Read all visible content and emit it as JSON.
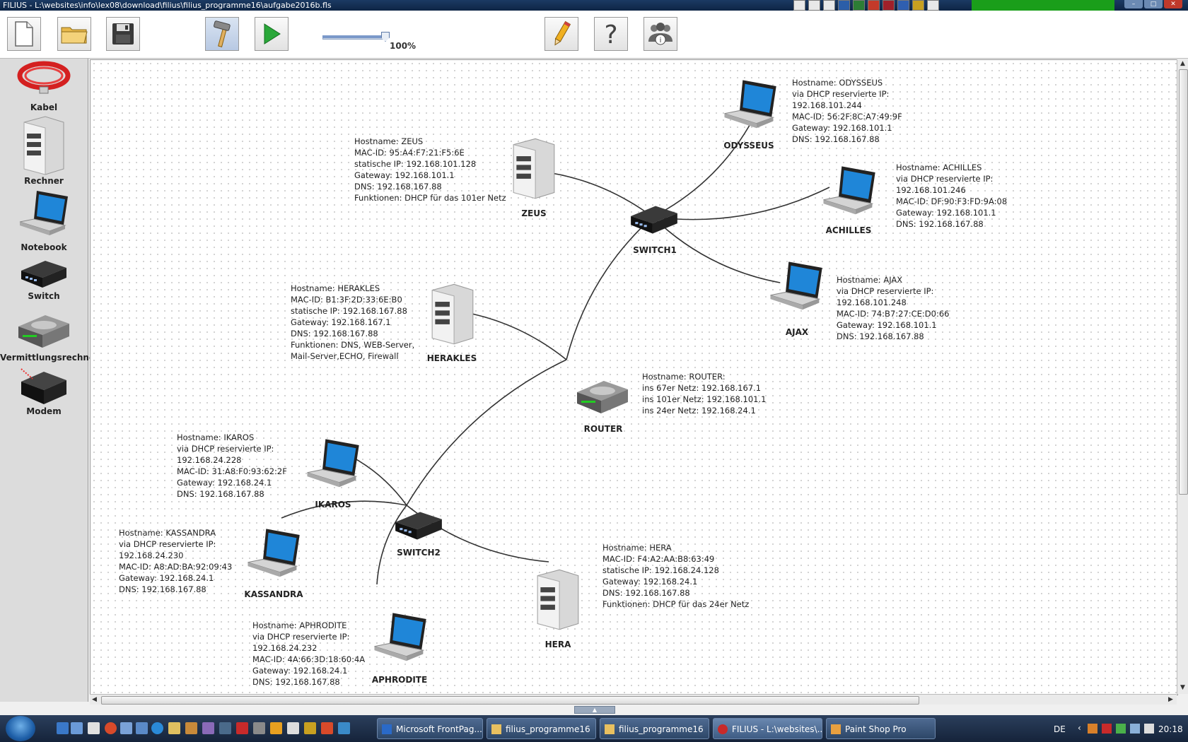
{
  "window": {
    "title": "FILIUS - L:\\websites\\info\\lex08\\download\\filius\\filius_programme16\\aufgabe2016b.fls"
  },
  "toolbar": {
    "zoom": "100%",
    "zoom_fraction": 1.0
  },
  "palette": [
    {
      "id": "kabel",
      "label": "Kabel"
    },
    {
      "id": "rechner",
      "label": "Rechner"
    },
    {
      "id": "notebook",
      "label": "Notebook"
    },
    {
      "id": "switch",
      "label": "Switch"
    },
    {
      "id": "vermittlungsrechner",
      "label": "Vermittlungsrechner"
    },
    {
      "id": "modem",
      "label": "Modem"
    }
  ],
  "nodes": {
    "odysseus": {
      "label": "ODYSSEUS",
      "type": "notebook",
      "info": [
        "Hostname: ODYSSEUS",
        "via DHCP reservierte IP:",
        "192.168.101.244",
        "MAC-ID: 56:2F:8C:A7:49:9F",
        "Gateway: 192.168.101.1",
        "DNS: 192.168.167.88"
      ]
    },
    "zeus": {
      "label": "ZEUS",
      "type": "server",
      "info": [
        "Hostname: ZEUS",
        "MAC-ID: 95:A4:F7:21:F5:6E",
        "statische IP: 192.168.101.128",
        "Gateway: 192.168.101.1",
        "DNS: 192.168.167.88",
        "Funktionen: DHCP für das 101er Netz"
      ]
    },
    "achilles": {
      "label": "ACHILLES",
      "type": "notebook",
      "info": [
        "Hostname: ACHILLES",
        "via DHCP reservierte IP:",
        "192.168.101.246",
        "MAC-ID: DF:90:F3:FD:9A:08",
        "Gateway: 192.168.101.1",
        "DNS: 192.168.167.88"
      ]
    },
    "switch1": {
      "label": "SWITCH1",
      "type": "switch",
      "info": []
    },
    "ajax": {
      "label": "AJAX",
      "type": "notebook",
      "info": [
        "Hostname: AJAX",
        "via DHCP reservierte IP:",
        "192.168.101.248",
        "MAC-ID: 74:B7:27:CE:D0:66",
        "Gateway: 192.168.101.1",
        "DNS: 192.168.167.88"
      ]
    },
    "herakles": {
      "label": "HERAKLES",
      "type": "server",
      "info": [
        "Hostname: HERAKLES",
        "MAC-ID: B1:3F:2D:33:6E:B0",
        "statische IP: 192.168.167.88",
        "Gateway: 192.168.167.1",
        "DNS: 192.168.167.88",
        "Funktionen: DNS, WEB-Server,",
        "Mail-Server,ECHO, Firewall"
      ]
    },
    "router": {
      "label": "ROUTER",
      "type": "router",
      "info": [
        "Hostname: ROUTER:",
        "ins 67er Netz: 192.168.167.1",
        "ins 101er Netz: 192.168.101.1",
        "ins 24er Netz: 192.168.24.1"
      ]
    },
    "ikaros": {
      "label": "IKAROS",
      "type": "notebook",
      "info": [
        "Hostname: IKAROS",
        "via DHCP reservierte IP:",
        "192.168.24.228",
        "MAC-ID: 31:A8:F0:93:62:2F",
        "Gateway: 192.168.24.1",
        "DNS: 192.168.167.88"
      ]
    },
    "switch2": {
      "label": "SWITCH2",
      "type": "switch",
      "info": []
    },
    "kassandra": {
      "label": "KASSANDRA",
      "type": "notebook",
      "info": [
        "Hostname: KASSANDRA",
        "via DHCP reservierte IP:",
        "192.168.24.230",
        "MAC-ID: A8:AD:BA:92:09:43",
        "Gateway: 192.168.24.1",
        "DNS: 192.168.167.88"
      ]
    },
    "hera": {
      "label": "HERA",
      "type": "server",
      "info": [
        "Hostname: HERA",
        "MAC-ID: F4:A2:AA:B8:63:49",
        "statische IP: 192.168.24.128",
        "Gateway: 192.168.24.1",
        "DNS: 192.168.167.88",
        "Funktionen: DHCP für das 24er Netz"
      ]
    },
    "aphrodite": {
      "label": "APHRODITE",
      "type": "notebook",
      "info": [
        "Hostname: APHRODITE",
        "via DHCP reservierte IP:",
        "192.168.24.232",
        "MAC-ID: 4A:66:3D:18:60:4A",
        "Gateway: 192.168.24.1",
        "DNS: 192.168.167.88"
      ]
    }
  },
  "links": [
    [
      "switch1",
      "odysseus"
    ],
    [
      "switch1",
      "zeus"
    ],
    [
      "switch1",
      "achilles"
    ],
    [
      "switch1",
      "ajax"
    ],
    [
      "switch1",
      "router"
    ],
    [
      "router",
      "herakles"
    ],
    [
      "router",
      "switch2"
    ],
    [
      "switch2",
      "ikaros"
    ],
    [
      "switch2",
      "kassandra"
    ],
    [
      "switch2",
      "aphrodite"
    ],
    [
      "switch2",
      "hera"
    ]
  ],
  "taskbar": {
    "tasks": [
      "Microsoft FrontPag...",
      "filius_programme16",
      "filius_programme16",
      "FILIUS - L:\\websites\\...",
      "Paint Shop Pro"
    ],
    "lang": "DE",
    "clock": "20:18"
  }
}
